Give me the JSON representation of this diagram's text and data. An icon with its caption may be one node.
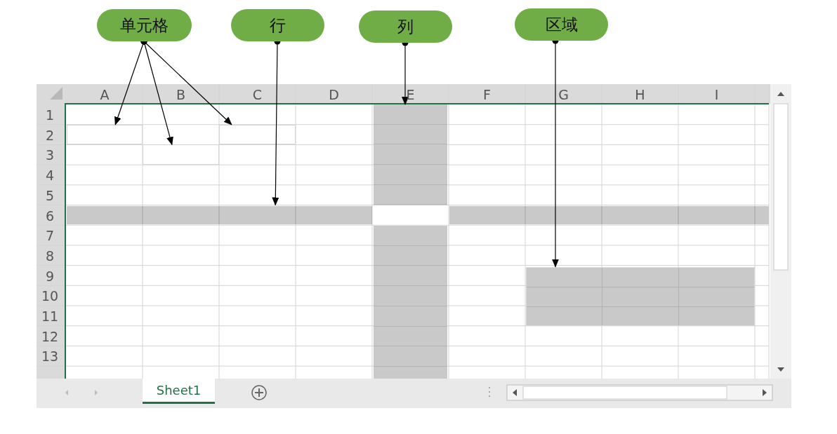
{
  "diagram": {
    "nodes": [
      {
        "text": [
          "单元格"
        ]
      },
      {
        "text": [
          "行"
        ]
      },
      {
        "text": [
          "列"
        ]
      },
      {
        "text": [
          "区域"
        ]
      },
      {
        "text": [],
        "shape": "box"
      },
      {
        "text": [],
        "shape": "box"
      },
      {
        "text": [],
        "shape": "box"
      },
      {
        "text": [],
        "shape": "bar"
      },
      {
        "text": [],
        "shape": "bar"
      },
      {
        "text": [],
        "shape": "box"
      }
    ],
    "edges": [
      {
        "from": 0,
        "to": 4,
        "arrow": "to"
      },
      {
        "from": 0,
        "to": 5,
        "arrow": "to"
      },
      {
        "from": 0,
        "to": 6,
        "arrow": "to"
      },
      {
        "from": 1,
        "to": 7,
        "arrow": "to"
      },
      {
        "from": 2,
        "to": 8,
        "arrow": "to"
      },
      {
        "from": 3,
        "to": 9,
        "arrow": "to"
      }
    ],
    "labels": [
      "A",
      "B",
      "C",
      "D",
      "E",
      "F",
      "G",
      "H",
      "I",
      "1",
      "2",
      "3",
      "4",
      "5",
      "6",
      "7",
      "8",
      "9",
      "10",
      "11",
      "12",
      "13",
      "Sheet1"
    ]
  }
}
